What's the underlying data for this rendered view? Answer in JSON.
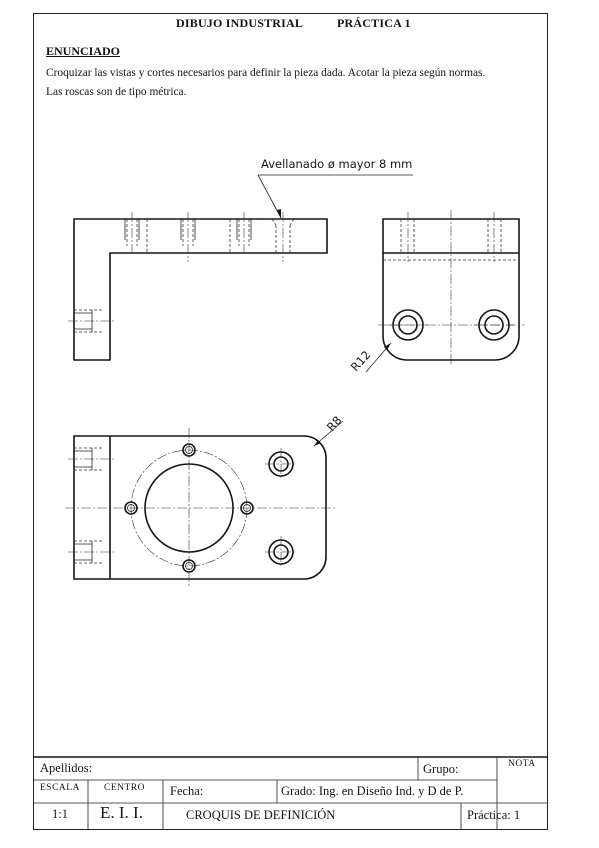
{
  "header": {
    "course": "DIBUJO INDUSTRIAL",
    "practice": "PRÁCTICA 1"
  },
  "statement": {
    "label": "ENUNCIADO",
    "line1": "Croquizar las vistas y cortes necesarios para definir la pieza dada. Acotar la pieza según normas.",
    "line2": "Las roscas son de tipo métrica."
  },
  "drawing": {
    "annotation_countersink": "Avellanado ø mayor 8 mm",
    "dim_r12": "R12",
    "dim_r8": "R8"
  },
  "title_block": {
    "apellidos": "Apellidos:",
    "grupo": "Grupo:",
    "nota": "NOTA",
    "escala_label": "ESCALA",
    "escala_value": "1:1",
    "centro_label": "CENTRO",
    "centro_value": "E. I. I.",
    "fecha": "Fecha:",
    "grado": "Grado: Ing. en Diseño Ind. y D de P.",
    "titulo": "CROQUIS DE DEFINICIÓN",
    "practica": "Práctica: 1"
  }
}
